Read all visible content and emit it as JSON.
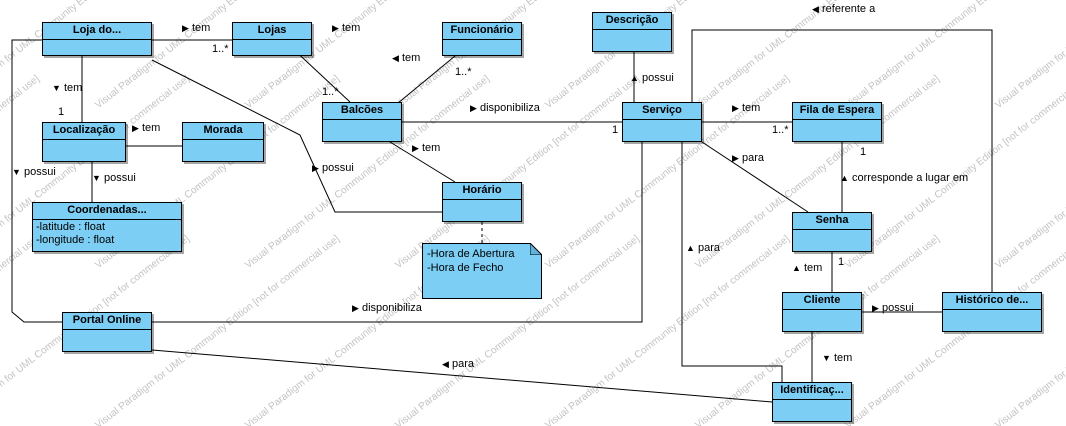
{
  "classes": {
    "loja": "Loja do...",
    "lojas": "Lojas",
    "funcionario": "Funcionário",
    "descricao": "Descrição",
    "localizacao": "Localização",
    "morada": "Morada",
    "balcoes": "Balcões",
    "servico": "Serviço",
    "fila": "Fila de Espera",
    "horario": "Horário",
    "coordenadas": "Coordenadas...",
    "senha": "Senha",
    "cliente": "Cliente",
    "historico": "Histórico de...",
    "portal": "Portal Online",
    "identificacao": "Identificaç..."
  },
  "attributes": {
    "coordenadas": [
      "-latitude : float",
      "-longitude : float"
    ]
  },
  "note": {
    "lines": [
      "-Hora de Abertura",
      "-Hora de Fecho"
    ]
  },
  "associations": {
    "tem": "tem",
    "possui": "possui",
    "disponibiliza": "disponibiliza",
    "para": "para",
    "referente_a": "referente a",
    "corresponde": "corresponde a lugar em"
  },
  "multiplicities": {
    "one_to_many": "1..*",
    "one": "1"
  },
  "watermark": "Visual Paradigm for UML Community Edition [not for commercial use]"
}
